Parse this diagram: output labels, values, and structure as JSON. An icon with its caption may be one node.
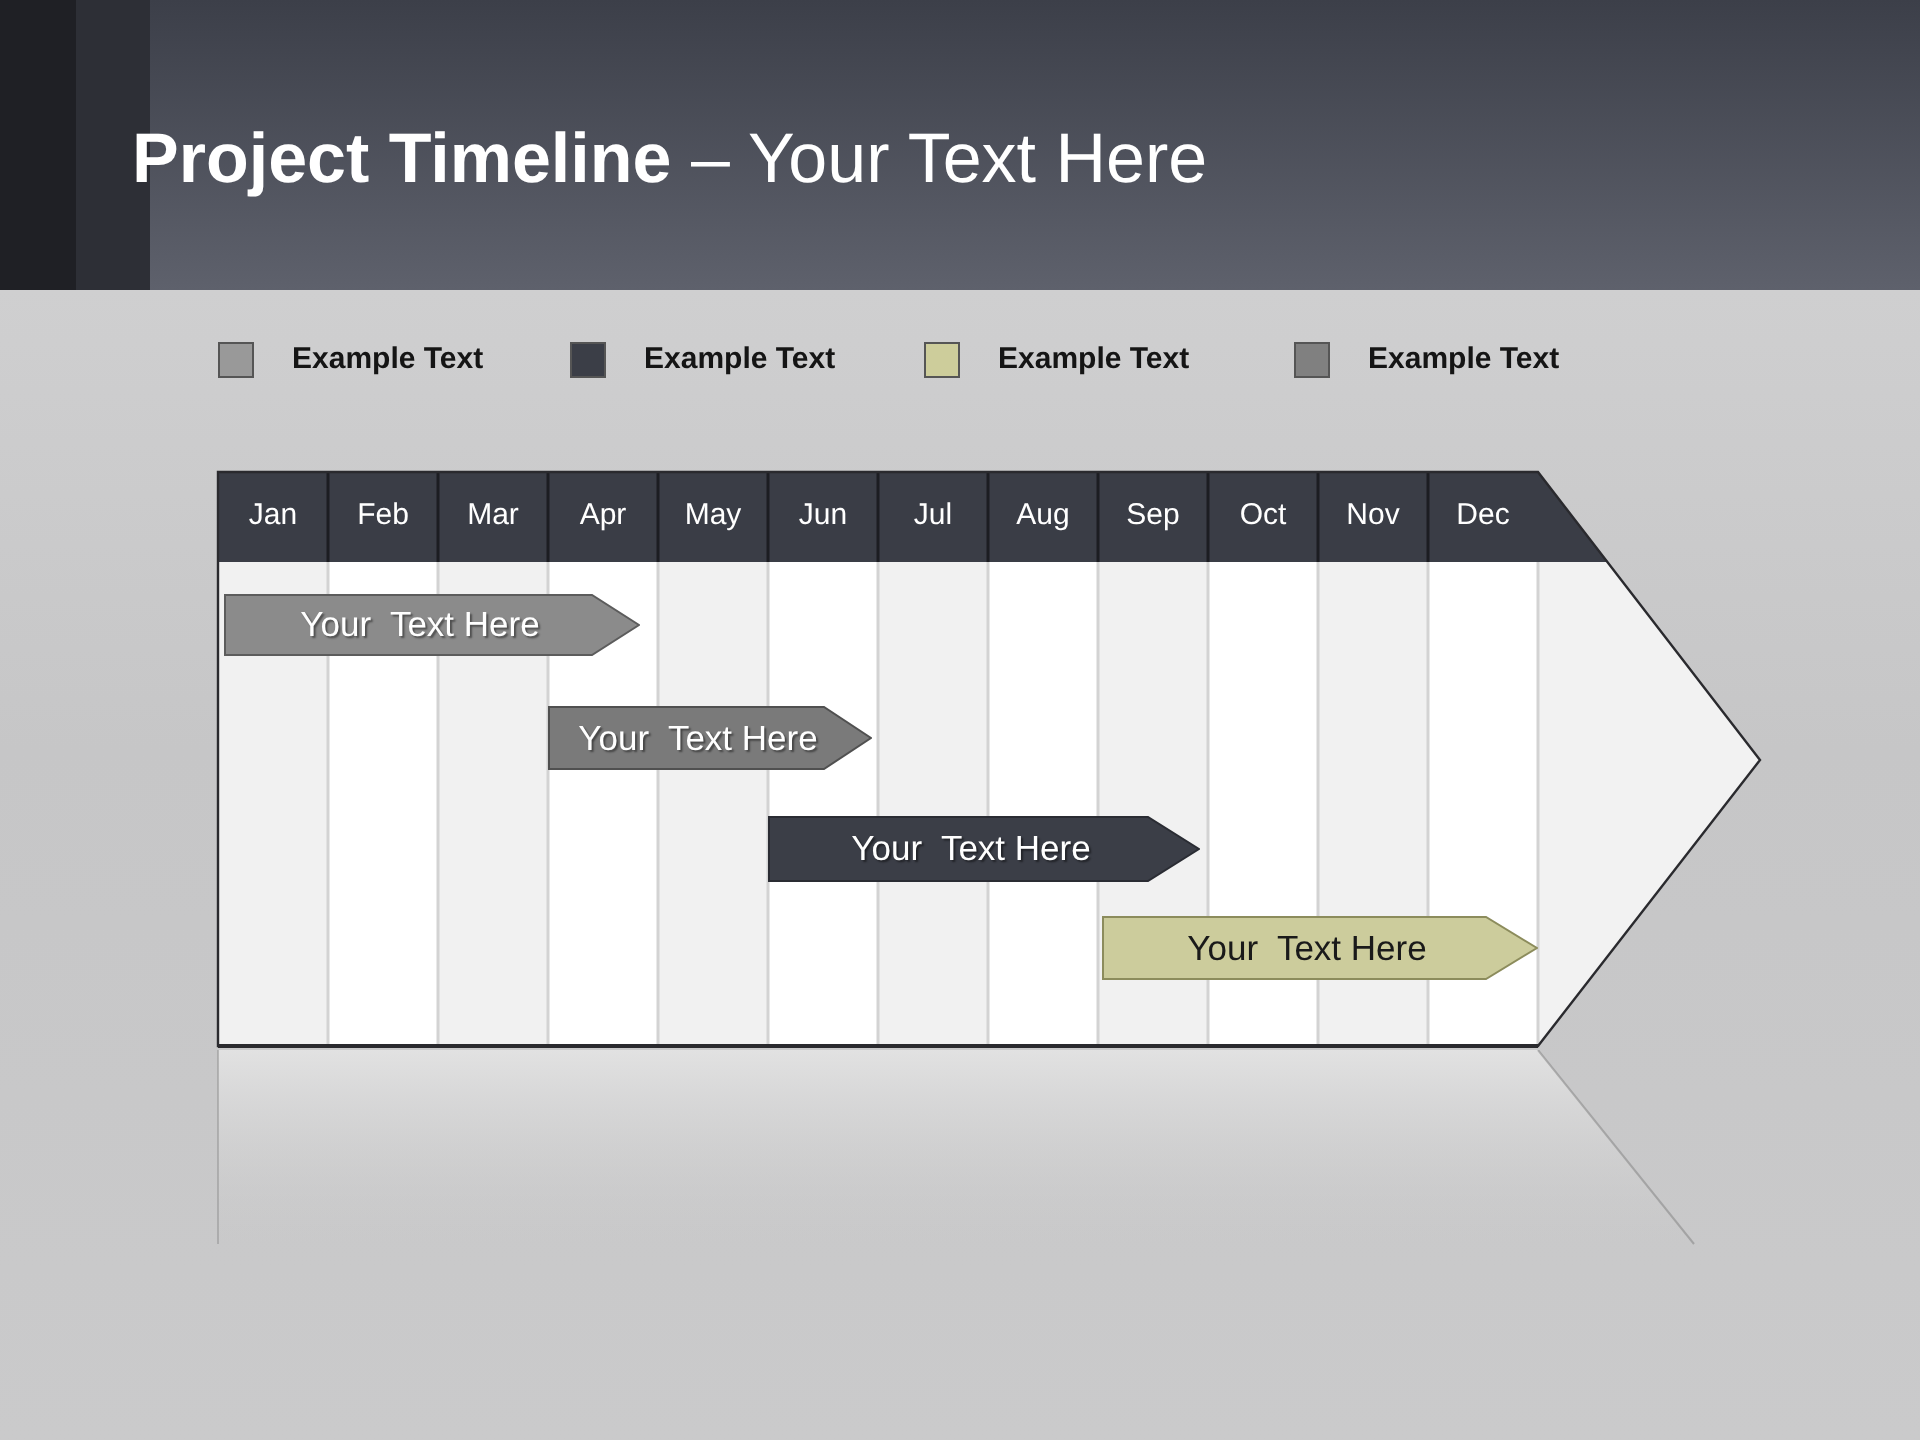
{
  "diagram": {
    "title": "**Project Timeline** – Your Text Here",
    "nodes": [
      {
        "text": [
          "Your  Text Here"
        ]
      },
      {
        "text": [
          "Your  Text Here"
        ]
      },
      {
        "text": [
          "Your  Text Here"
        ]
      },
      {
        "text": [
          "Your  Text Here"
        ]
      }
    ],
    "labels": [
      "Jan",
      "Feb",
      "Mar",
      "Apr",
      "May",
      "Jun",
      "Jul",
      "Aug",
      "Sep",
      "Oct",
      "Nov",
      "Dec"
    ],
    "legend": [
      {
        "text": "Example Text",
        "color": "#999999"
      },
      {
        "text": "Example Text",
        "color": "#3b3e47"
      },
      {
        "text": "Example Text",
        "color": "#cdcd9b"
      },
      {
        "text": "Example Text",
        "color": "#808080"
      }
    ]
  }
}
